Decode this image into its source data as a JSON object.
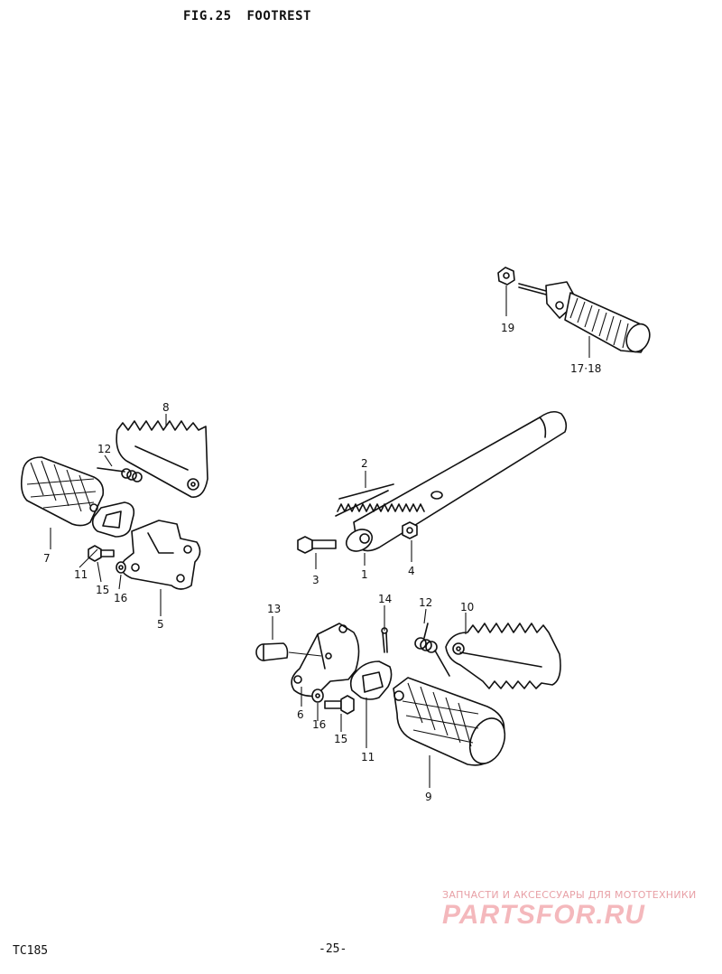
{
  "header": {
    "title": "FIG.25 FOOTREST"
  },
  "callouts": [
    {
      "id": "c1",
      "label": "1"
    },
    {
      "id": "c2",
      "label": "2"
    },
    {
      "id": "c3",
      "label": "3"
    },
    {
      "id": "c4",
      "label": "4"
    },
    {
      "id": "c5",
      "label": "5"
    },
    {
      "id": "c6",
      "label": "6"
    },
    {
      "id": "c7",
      "label": "7"
    },
    {
      "id": "c8",
      "label": "8"
    },
    {
      "id": "c9",
      "label": "9"
    },
    {
      "id": "c10",
      "label": "10"
    },
    {
      "id": "c11a",
      "label": "11"
    },
    {
      "id": "c11b",
      "label": "11"
    },
    {
      "id": "c12a",
      "label": "12"
    },
    {
      "id": "c12b",
      "label": "12"
    },
    {
      "id": "c13",
      "label": "13"
    },
    {
      "id": "c14",
      "label": "14"
    },
    {
      "id": "c15a",
      "label": "15"
    },
    {
      "id": "c15b",
      "label": "15"
    },
    {
      "id": "c16a",
      "label": "16"
    },
    {
      "id": "c16b",
      "label": "16"
    },
    {
      "id": "c17",
      "label": "17·18"
    },
    {
      "id": "c19",
      "label": "19"
    }
  ],
  "footer": {
    "model": "TC185",
    "page": "-25-"
  },
  "watermark": {
    "tagline": "ЗАПЧАСТИ И АКСЕССУАРЫ ДЛЯ МОТОТЕХНИКИ",
    "logo": "PARTSFOR.RU",
    "color": "#f4b8bc"
  }
}
